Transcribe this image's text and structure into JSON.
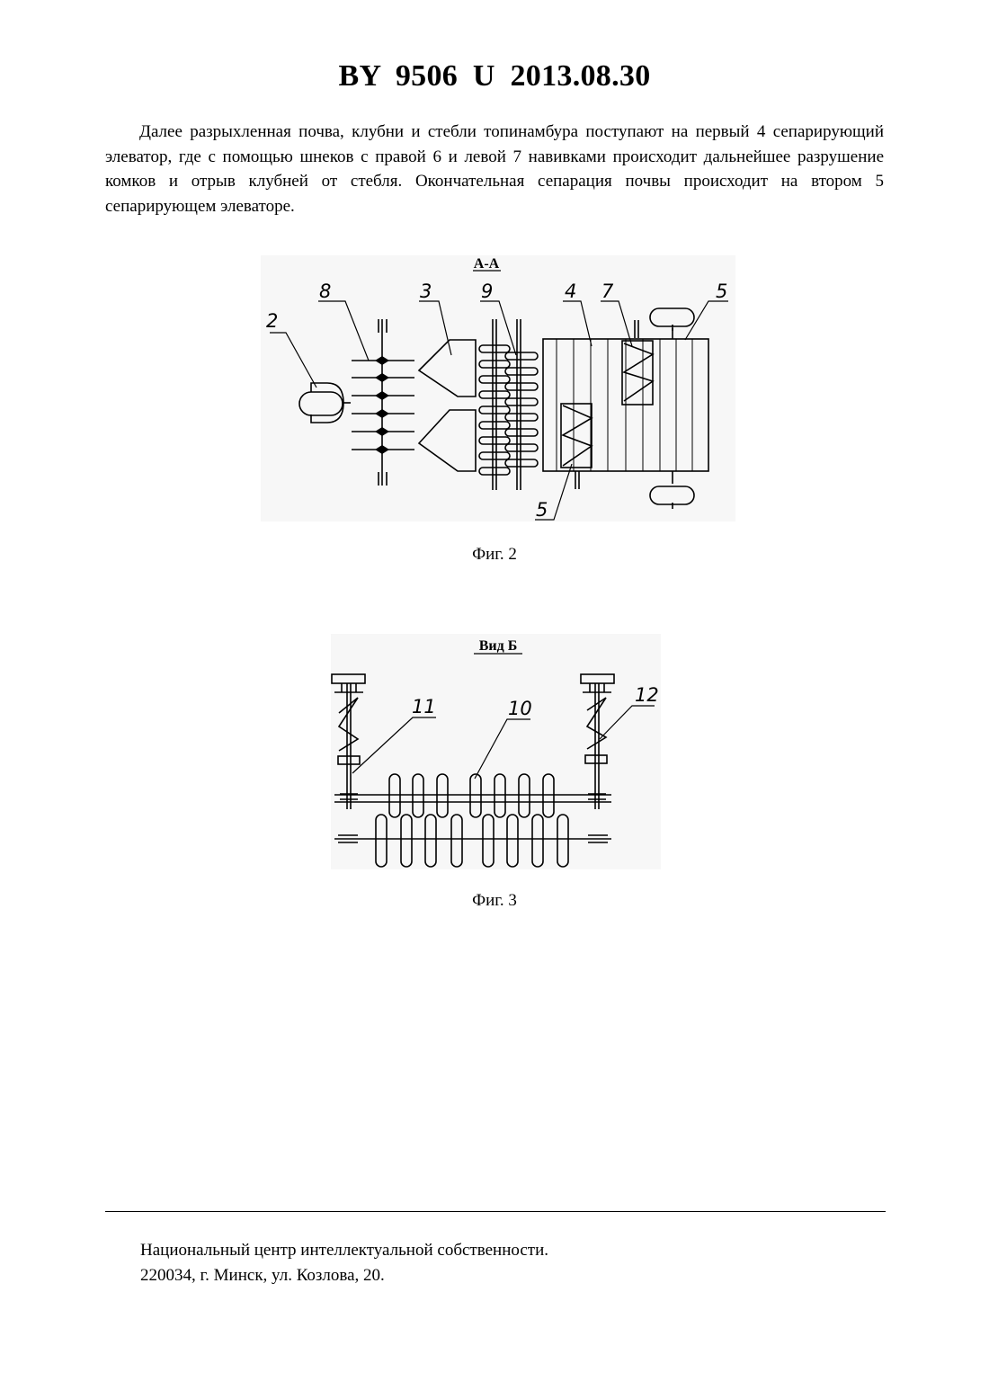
{
  "header": {
    "doc_id": "BY 9506 U 2013.08.30"
  },
  "body": {
    "paragraph": "Далее разрыхленная почва, клубни и стебли топинамбура поступают на первый 4 сепарирующий элеватор, где с помощью шнеков с правой 6 и левой 7 навивками происходит дальнейшее разрушение комков и отрыв клубней от стебля. Окончательная сепарация почвы происходит на втором 5 сепарирующем элеваторе."
  },
  "figure2": {
    "section_label": "А-А",
    "callouts": {
      "c2": "2",
      "c8": "8",
      "c3": "3",
      "c9": "9",
      "c4": "4",
      "c7": "7",
      "c5_top": "5",
      "c5_bottom": "5"
    },
    "caption": "Фиг. 2"
  },
  "figure3": {
    "view_label": "Вид Б",
    "callouts": {
      "c11": "11",
      "c10": "10",
      "c12": "12"
    },
    "caption": "Фиг. 3"
  },
  "footer": {
    "line1": "Национальный центр интеллектуальной собственности.",
    "line2": "220034, г. Минск, ул. Козлова, 20."
  }
}
